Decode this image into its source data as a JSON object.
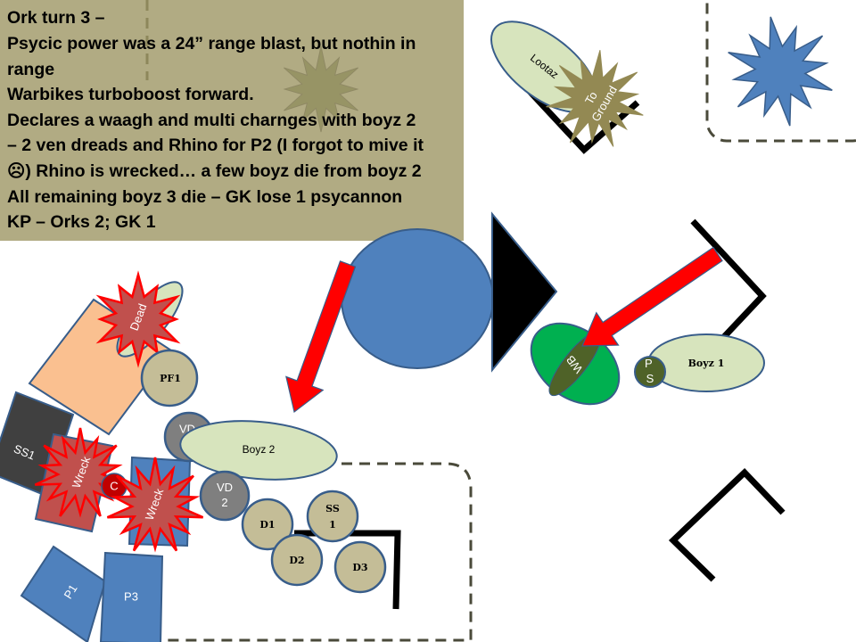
{
  "notes": {
    "lines": [
      "Ork turn 3 –",
      "Psycic power was a 24” range blast, but nothin in",
      "range",
      "Warbikes turboboost forward.",
      "Declares a waagh and multi charnges with boyz 2",
      "– 2 ven dreads and Rhino for P2 (I forgot to mive it",
      "☹)  Rhino is wrecked… a few boyz die from boyz 2",
      "All remaining boyz 3 die – GK lose 1 psycannon",
      "KP – Orks 2; GK 1"
    ]
  },
  "units": {
    "lootaz": "Lootaz",
    "to_ground": [
      "To",
      "Ground"
    ],
    "wb": "WB",
    "ps": [
      "P",
      "S"
    ],
    "boyz1": "Boyz 1",
    "boyz2": "Boyz 2",
    "dead": "Dead",
    "pf1": "PF1",
    "ss1_tank": "SS1",
    "wreck1": "Wreck",
    "wreck2": "Wreck",
    "c": "C",
    "vd1": "VD",
    "vd2": [
      "VD",
      "2"
    ],
    "d1": "D1",
    "d2": "D2",
    "d3": "D3",
    "ss1": [
      "SS",
      "1"
    ],
    "p1": "P1",
    "p3": "P3"
  },
  "colors": {
    "notes_bg": "#b0aa80",
    "blue": "#4f81bd",
    "red_arrow": "#ff0000",
    "wreck": "#c0504d",
    "ork_unit": "#d7e4bd",
    "gk_unit": "#c4bd97"
  }
}
